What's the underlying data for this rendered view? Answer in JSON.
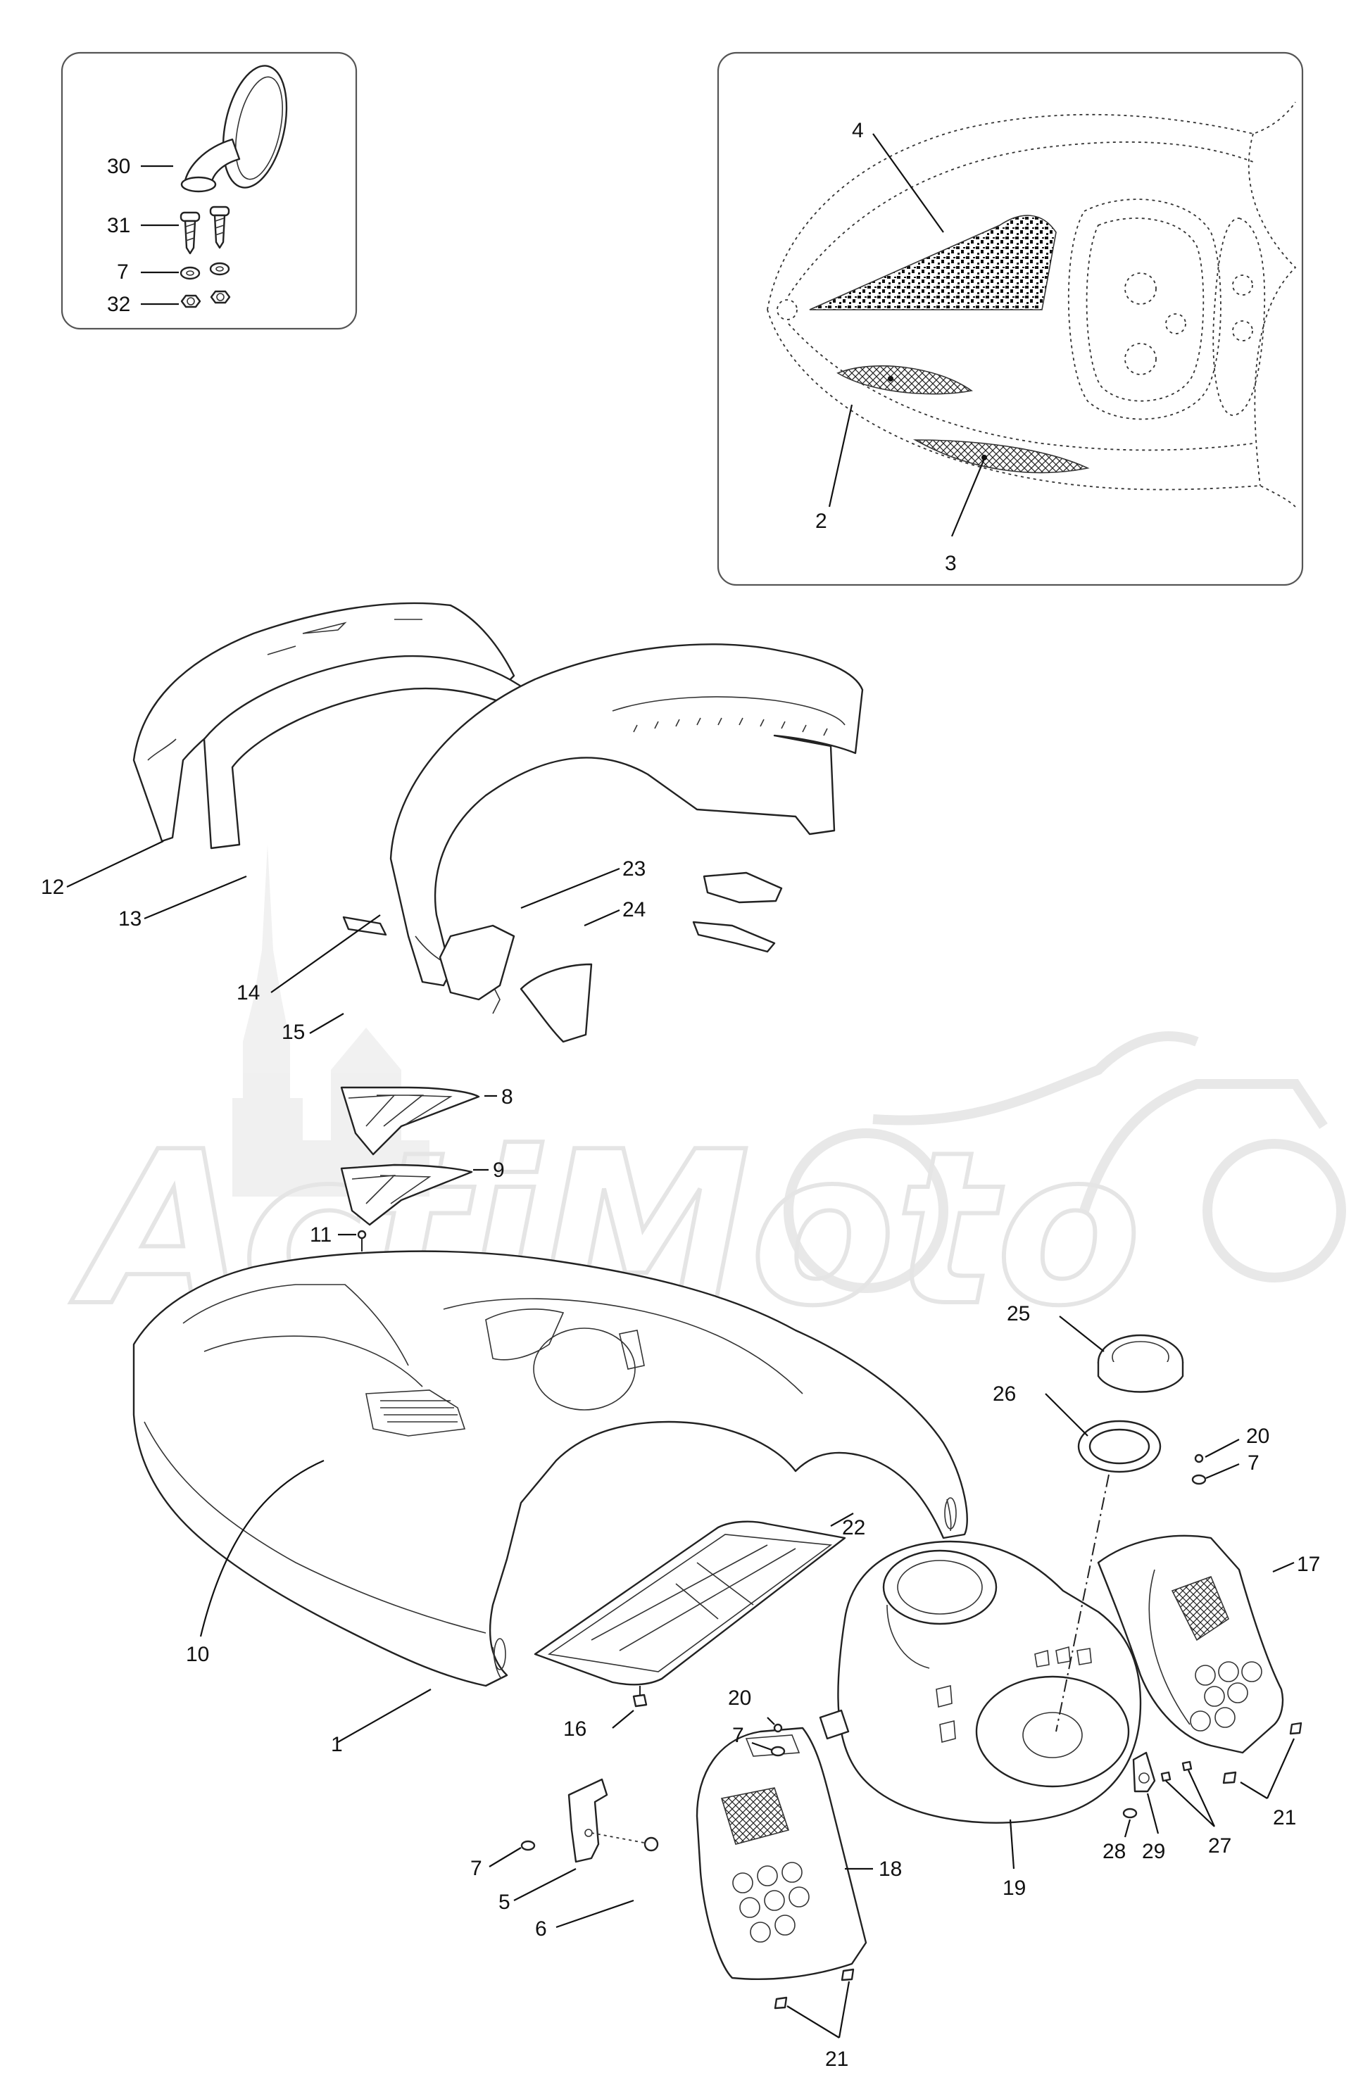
{
  "diagram": {
    "watermark_text": "ActiMoto",
    "callouts": [
      {
        "id": "c30",
        "label": "30"
      },
      {
        "id": "c31",
        "label": "31"
      },
      {
        "id": "c7a",
        "label": "7"
      },
      {
        "id": "c32",
        "label": "32"
      },
      {
        "id": "c4",
        "label": "4"
      },
      {
        "id": "c2",
        "label": "2"
      },
      {
        "id": "c3",
        "label": "3"
      },
      {
        "id": "c12",
        "label": "12"
      },
      {
        "id": "c13",
        "label": "13"
      },
      {
        "id": "c14",
        "label": "14"
      },
      {
        "id": "c15",
        "label": "15"
      },
      {
        "id": "c23",
        "label": "23"
      },
      {
        "id": "c24",
        "label": "24"
      },
      {
        "id": "c8",
        "label": "8"
      },
      {
        "id": "c9",
        "label": "9"
      },
      {
        "id": "c11",
        "label": "11"
      },
      {
        "id": "c25",
        "label": "25"
      },
      {
        "id": "c26",
        "label": "26"
      },
      {
        "id": "c20a",
        "label": "20"
      },
      {
        "id": "c7b",
        "label": "7"
      },
      {
        "id": "c22",
        "label": "22"
      },
      {
        "id": "c17",
        "label": "17"
      },
      {
        "id": "c10",
        "label": "10"
      },
      {
        "id": "c20b",
        "label": "20"
      },
      {
        "id": "c7c",
        "label": "7"
      },
      {
        "id": "c1",
        "label": "1"
      },
      {
        "id": "c16",
        "label": "16"
      },
      {
        "id": "c19",
        "label": "19"
      },
      {
        "id": "c21a",
        "label": "21"
      },
      {
        "id": "c27",
        "label": "27"
      },
      {
        "id": "c28",
        "label": "28"
      },
      {
        "id": "c29",
        "label": "29"
      },
      {
        "id": "c18",
        "label": "18"
      },
      {
        "id": "c7d",
        "label": "7"
      },
      {
        "id": "c5",
        "label": "5"
      },
      {
        "id": "c6",
        "label": "6"
      },
      {
        "id": "c21b",
        "label": "21"
      }
    ]
  }
}
